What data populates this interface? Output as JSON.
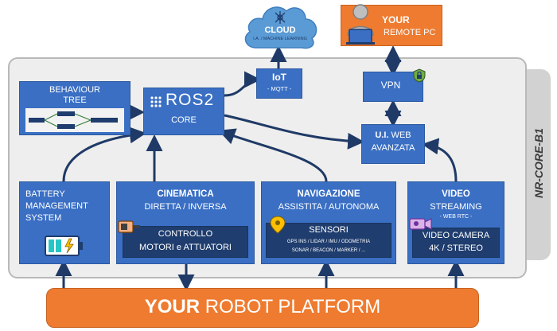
{
  "cloud": {
    "title": "CLOUD",
    "subtitle": "I.A. / MACHINE LEARNING"
  },
  "remote": {
    "line1_bold": "YOUR",
    "line2": "REMOTE PC"
  },
  "iot": {
    "title": "IoT",
    "subtitle": "- MQTT -"
  },
  "vpn": {
    "title": "VPN"
  },
  "behaviour": {
    "line1": "BEHAVIOUR",
    "line2": "TREE"
  },
  "ros": {
    "title": "ROS2",
    "subtitle": "CORE"
  },
  "ui": {
    "line1_bold": "U.I.",
    "line1_rest": " WEB",
    "line2": "AVANZATA"
  },
  "side_label": "NR-CORE-B1",
  "battery": {
    "line1": "BATTERY",
    "line2": "MANAGEMENT",
    "line3": "SYSTEM"
  },
  "cinematica": {
    "title": "CINEMATICA",
    "subtitle": "DIRETTA / INVERSA",
    "inner_line1": "CONTROLLO",
    "inner_line2": "MOTORI e ATTUATORI"
  },
  "navigazione": {
    "title": "NAVIGAZIONE",
    "subtitle": "ASSISTITA / AUTONOMA",
    "inner_title": "SENSORI",
    "inner_line1": "GPS INS / LIDAR / IMU / ODOMETRIA",
    "inner_line2": "SONAR / BEACON / MARKER / ..."
  },
  "video": {
    "title": "VIDEO",
    "subtitle": "STREAMING",
    "sub2": "- WEB RTC -",
    "inner_line1": "VIDEO CAMERA",
    "inner_line2": "4K / STEREO"
  },
  "platform": {
    "bold": "YOUR",
    "rest": " ROBOT PLATFORM"
  },
  "colors": {
    "blue": "#3a6fc4",
    "dark_blue": "#1f3d6e",
    "orange": "#ee7b30",
    "cloud": "#5b9bd5",
    "panel": "#eeeeee"
  }
}
